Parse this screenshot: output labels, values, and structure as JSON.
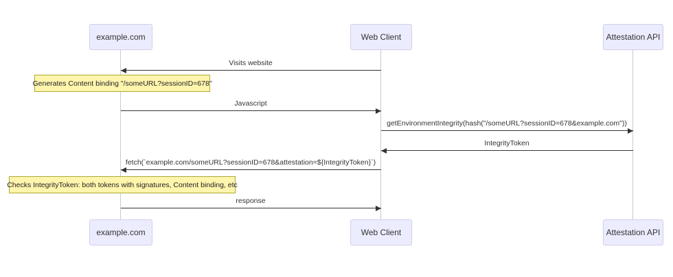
{
  "diagram": {
    "type": "sequence",
    "actors": [
      {
        "id": "example-com",
        "label": "example.com"
      },
      {
        "id": "web-client",
        "label": "Web Client"
      },
      {
        "id": "attestation-api",
        "label": "Attestation API"
      }
    ],
    "messages": [
      {
        "from": "Web Client",
        "to": "example.com",
        "label": "Visits website"
      },
      {
        "from": "example.com",
        "to": "Web Client",
        "label": "Javascript"
      },
      {
        "from": "Web Client",
        "to": "Attestation API",
        "label": "getEnvironmentIntegrity(hash(\"/someURL?sessionID=678&example.com\"))"
      },
      {
        "from": "Attestation API",
        "to": "Web Client",
        "label": "IntegrityToken"
      },
      {
        "from": "Web Client",
        "to": "example.com",
        "label": "fetch(`example.com/someURL?sessionID=678&attestation=${IntegrityToken}`)"
      },
      {
        "from": "example.com",
        "to": "Web Client",
        "label": "response"
      }
    ],
    "notes": [
      {
        "over": "example.com",
        "text": "Generates Content binding \"/someURL?sessionID=678\""
      },
      {
        "over": "example.com",
        "text": "Checks IntegrityToken: both tokens with signatures, Content binding, etc"
      }
    ],
    "colors": {
      "actor_fill": "#ECECFF",
      "actor_border": "#CFCFE8",
      "note_fill": "#FFF5AD",
      "note_border": "#AAAA33",
      "line": "#333333",
      "lifeline": "#C9C9D6"
    }
  }
}
